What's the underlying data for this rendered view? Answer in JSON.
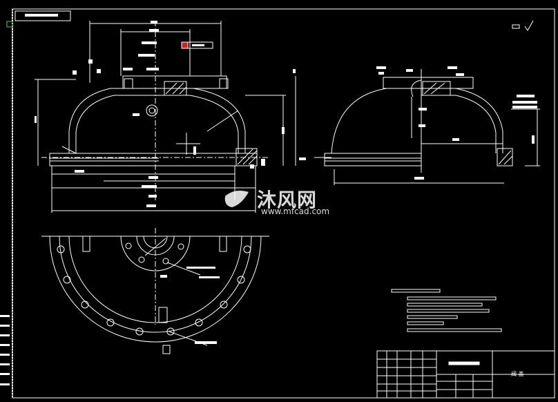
{
  "watermark": {
    "brand": "沐风网",
    "url": "www.mfcad.com"
  },
  "title_block": {
    "title": "阀 盖"
  },
  "colors": {
    "background": "#000000",
    "line": "#ffffff",
    "highlight": "#cc2222",
    "accent": "#44cc66"
  }
}
